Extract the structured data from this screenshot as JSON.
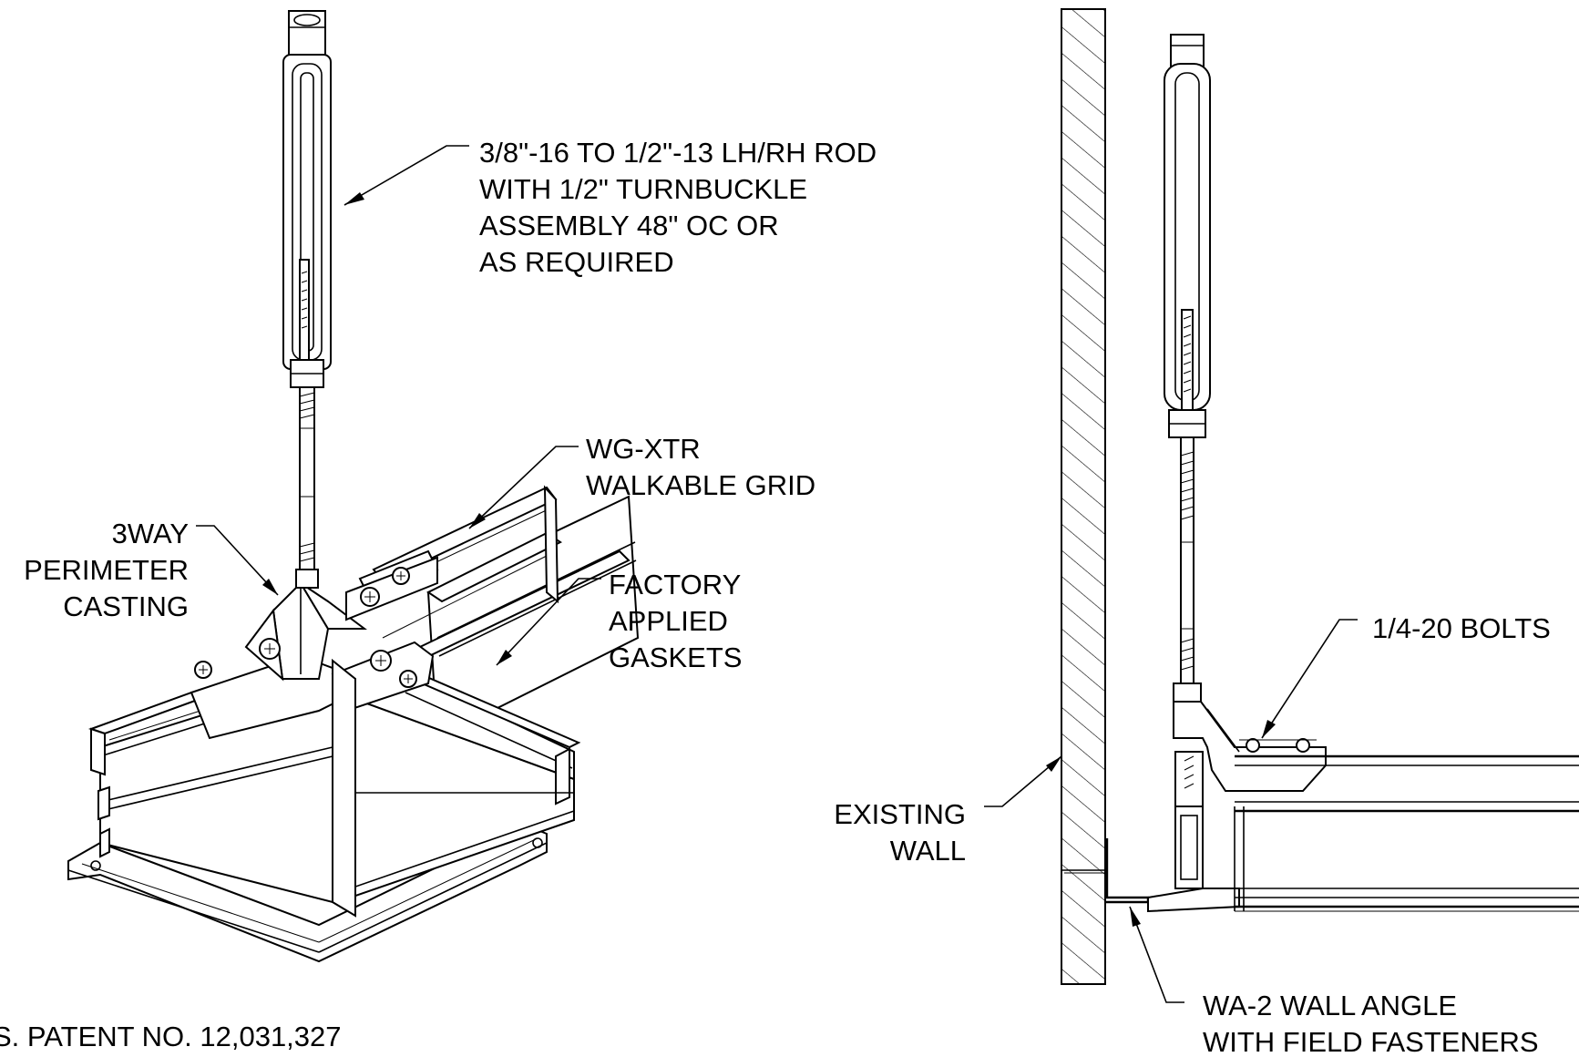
{
  "callouts": {
    "rod": {
      "lines": [
        "3/8\"-16 TO 1/2\"-13 LH/RH ROD",
        "WITH 1/2\" TURNBUCKLE",
        "ASSEMBLY 48\" OC OR",
        "AS REQUIRED"
      ]
    },
    "grid": {
      "lines": [
        "WG-XTR",
        "WALKABLE GRID"
      ]
    },
    "casting": {
      "lines": [
        "3WAY",
        "PERIMETER",
        "CASTING"
      ]
    },
    "gaskets": {
      "lines": [
        "FACTORY",
        "APPLIED",
        "GASKETS"
      ]
    },
    "bolts": {
      "lines": [
        "1/4-20 BOLTS"
      ]
    },
    "wall": {
      "lines": [
        "EXISTING",
        "WALL"
      ]
    },
    "wall_angle": {
      "lines": [
        "WA-2 WALL ANGLE",
        "WITH FIELD FASTENERS"
      ]
    }
  },
  "footer": {
    "patent": "S. PATENT NO. 12,031,327"
  }
}
